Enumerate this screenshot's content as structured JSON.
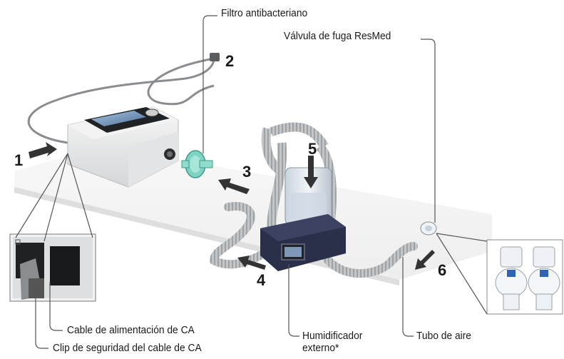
{
  "labels": {
    "filter": "Filtro antibacteriano",
    "leak_valve": "Válvula de fuga ResMed",
    "power_cable": "Cable de alimentación de CA",
    "cable_clip": "Clip de seguridad del cable de CA",
    "humidifier": "Humidificador externo*",
    "humidifier_line1": "Humidificador",
    "humidifier_line2": "externo*",
    "air_tube": "Tubo de aire"
  },
  "steps": [
    "1",
    "2",
    "3",
    "4",
    "5",
    "6"
  ],
  "colors": {
    "device_body": "#e8e9ea",
    "screen": "#6d8fb5",
    "filter": "#7fd3c3",
    "tube": "#b9bcbe",
    "humidifier_base": "#2a2f4a",
    "water_chamber": "#dfe6ee",
    "callout_line": "#555555",
    "arrow": "#333333"
  }
}
